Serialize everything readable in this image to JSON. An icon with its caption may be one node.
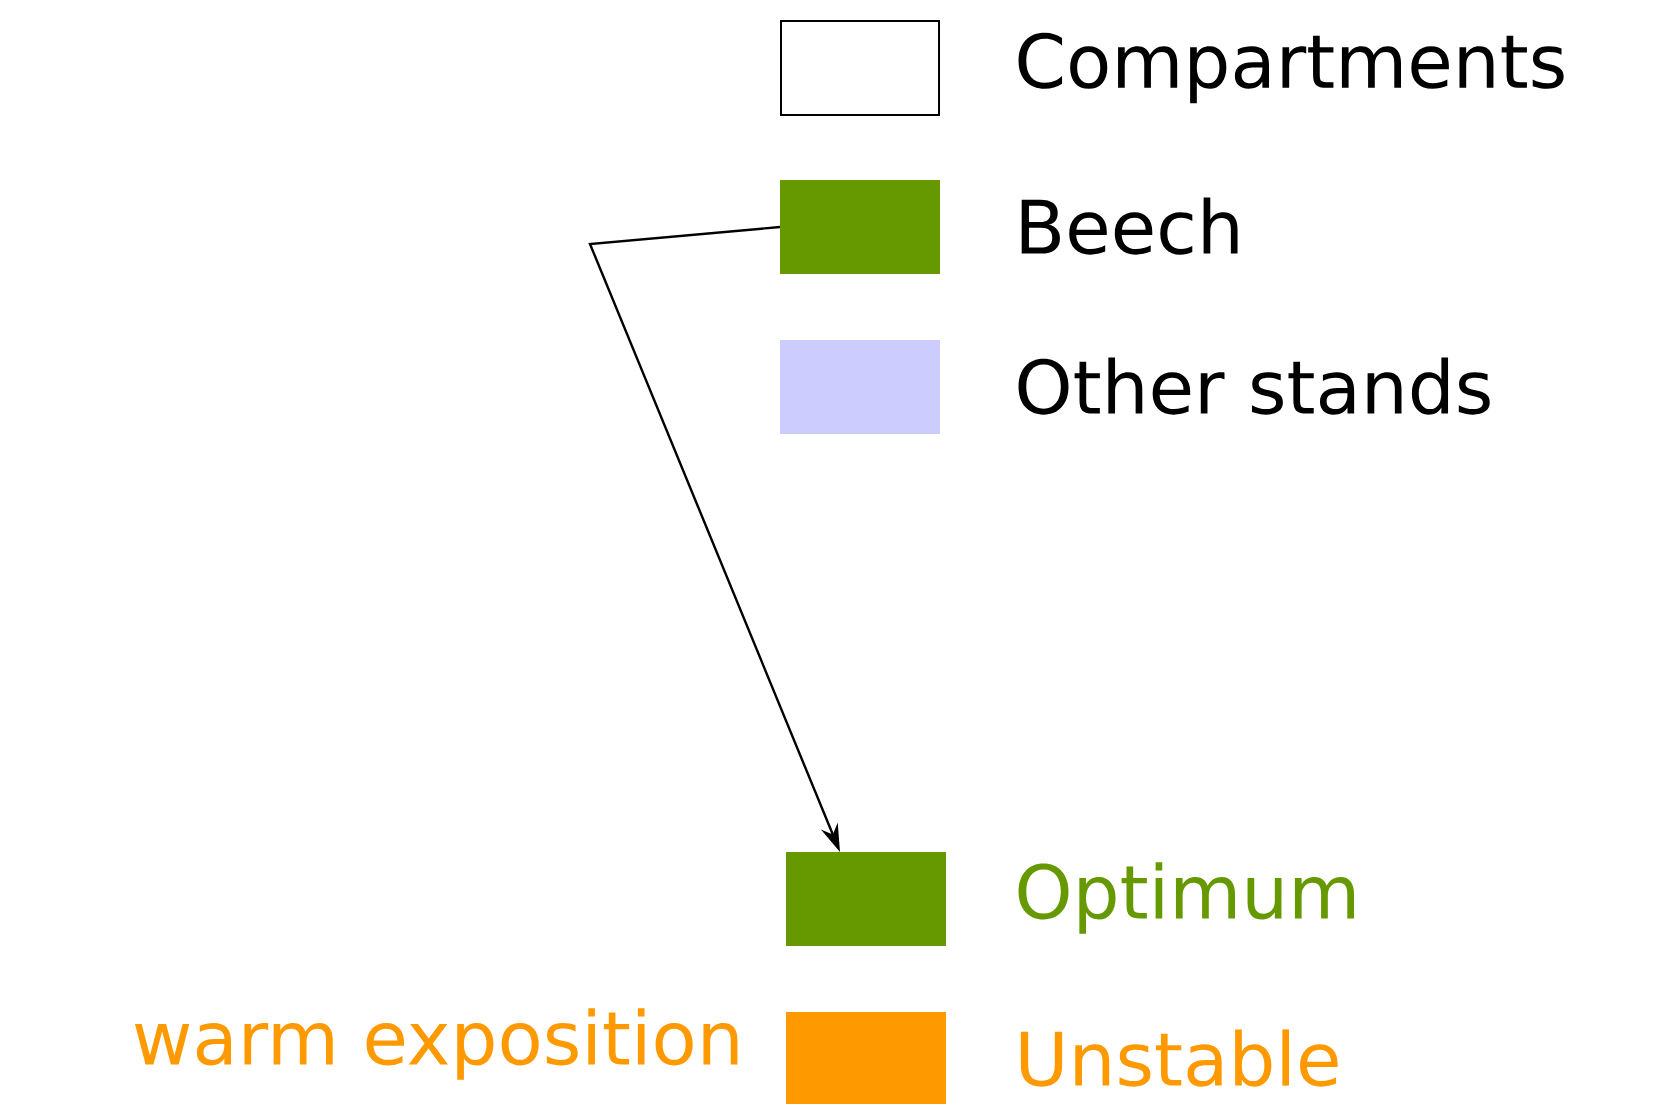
{
  "diagram": {
    "nodes": [
      {
        "text": [],
        "shape": "box"
      },
      {
        "text": [],
        "shape": "box"
      }
    ],
    "edges": [
      {
        "from": 0,
        "to": 1,
        "arrow": "to"
      }
    ],
    "labels": [
      "warm exposition"
    ],
    "legend": [
      {
        "text": "Compartments"
      },
      {
        "text": "Beech",
        "color": "#669900"
      },
      {
        "text": "Other stands",
        "color": "#ccccff"
      },
      {
        "text": "Optimum",
        "color": "#669900"
      },
      {
        "text": "Unstable",
        "color": "#ff9900"
      }
    ]
  }
}
